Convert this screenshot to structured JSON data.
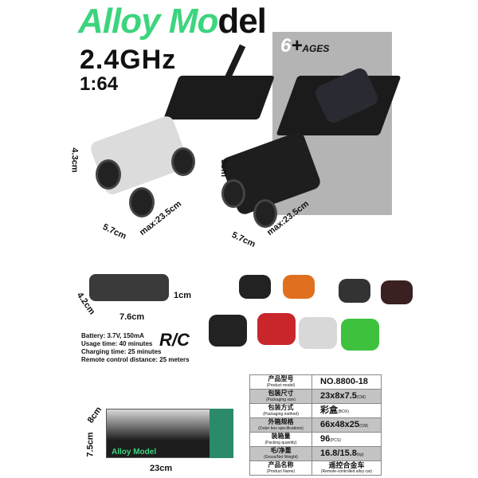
{
  "header": {
    "title_green": "Alloy Mo",
    "title_black": "del",
    "frequency": "2.4GHz",
    "scale": "1:64"
  },
  "ages": {
    "number": "6",
    "plus": "+",
    "label": "AGES"
  },
  "car1_dims": {
    "height": "4.3cm",
    "width": "5.7cm",
    "length": "max:23.5cm"
  },
  "car2_dims": {
    "height": "5cm",
    "width": "5.7cm",
    "length": "max:23.5cm"
  },
  "remote_dims": {
    "depth": "4.2cm",
    "width": "7.6cm",
    "thickness": "1cm"
  },
  "specs": [
    "Battery: 3.7V, 150mA",
    "Usage time: 40 minutes",
    "Charging time: 25 minutes",
    "Remote control distance: 25 meters"
  ],
  "rc_logo": "R/C",
  "box": {
    "logo": "Alloy Model",
    "depth": "8cm",
    "height": "7.5cm",
    "width": "23cm"
  },
  "table": [
    {
      "cn": "产品型号",
      "en": "(Product model)",
      "value": "NO.8800-18",
      "unit": ""
    },
    {
      "cn": "包装尺寸",
      "en": "(Packaging size)",
      "value": "23x8x7.5",
      "unit": "(CM)"
    },
    {
      "cn": "包装方式",
      "en": "(Packaging method)",
      "value": "彩盒",
      "unit": "(BOX)"
    },
    {
      "cn": "外箱规格",
      "en": "(Outer box specifications)",
      "value": "66x48x25",
      "unit": "(CM)"
    },
    {
      "cn": "装箱量",
      "en": "(Packing quantity)",
      "value": "96",
      "unit": "(PCS)"
    },
    {
      "cn": "毛/净重",
      "en": "(Gross/Net Weight)",
      "value": "16.8/15.8",
      "unit": "(kg)"
    },
    {
      "cn": "产品名称",
      "en": "(Product Name)",
      "value": "遥控合金车",
      "unit": "(Remote-controlled alloy car)"
    }
  ],
  "colors": {
    "brand_green": "#3dd47e",
    "gray_panel": "#b4b4b4"
  }
}
